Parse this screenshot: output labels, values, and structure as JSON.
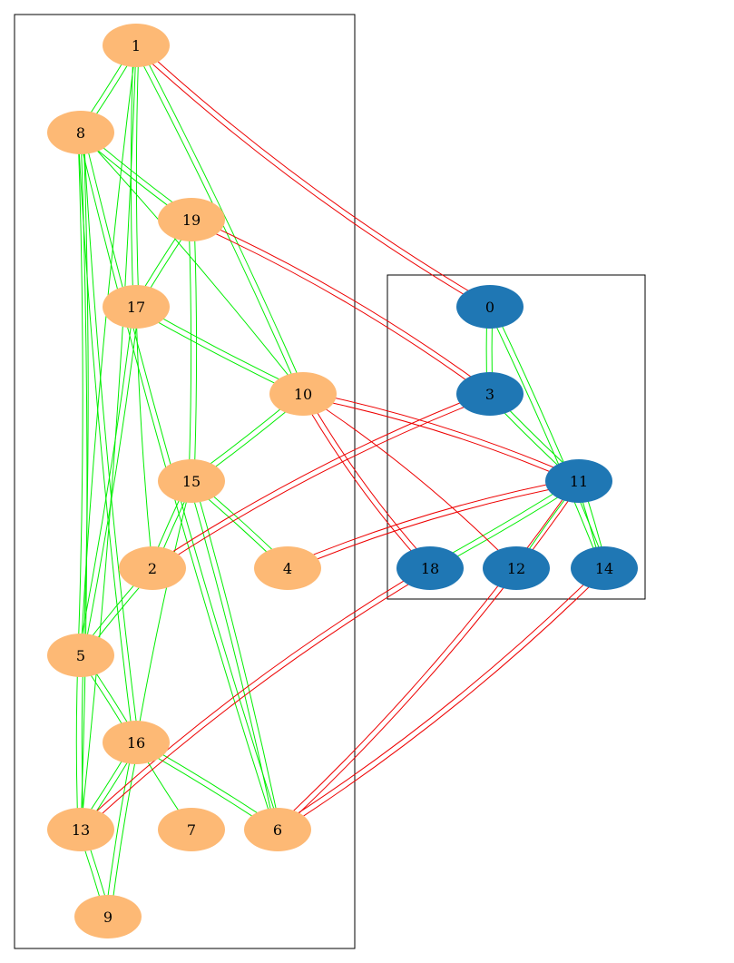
{
  "colors": {
    "group_a_node": "#fdb975",
    "group_b_node": "#1f77b4",
    "intra_edge": "#00ee00",
    "cross_edge": "#ee0000",
    "cluster_border": "#000000"
  },
  "clusters": [
    {
      "id": "cluster-left",
      "nodes": [
        "1",
        "8",
        "19",
        "17",
        "10",
        "15",
        "2",
        "4",
        "5",
        "16",
        "13",
        "7",
        "6",
        "9"
      ]
    },
    {
      "id": "cluster-right",
      "nodes": [
        "0",
        "3",
        "11",
        "18",
        "12",
        "14"
      ]
    }
  ],
  "nodes": [
    {
      "id": "1",
      "label": "1",
      "group": "a"
    },
    {
      "id": "8",
      "label": "8",
      "group": "a"
    },
    {
      "id": "19",
      "label": "19",
      "group": "a"
    },
    {
      "id": "17",
      "label": "17",
      "group": "a"
    },
    {
      "id": "10",
      "label": "10",
      "group": "a"
    },
    {
      "id": "15",
      "label": "15",
      "group": "a"
    },
    {
      "id": "2",
      "label": "2",
      "group": "a"
    },
    {
      "id": "4",
      "label": "4",
      "group": "a"
    },
    {
      "id": "5",
      "label": "5",
      "group": "a"
    },
    {
      "id": "16",
      "label": "16",
      "group": "a"
    },
    {
      "id": "13",
      "label": "13",
      "group": "a"
    },
    {
      "id": "7",
      "label": "7",
      "group": "a"
    },
    {
      "id": "6",
      "label": "6",
      "group": "a"
    },
    {
      "id": "9",
      "label": "9",
      "group": "a"
    },
    {
      "id": "0",
      "label": "0",
      "group": "b"
    },
    {
      "id": "3",
      "label": "3",
      "group": "b"
    },
    {
      "id": "11",
      "label": "11",
      "group": "b"
    },
    {
      "id": "18",
      "label": "18",
      "group": "b"
    },
    {
      "id": "12",
      "label": "12",
      "group": "b"
    },
    {
      "id": "14",
      "label": "14",
      "group": "b"
    }
  ],
  "edges": [
    {
      "from": "1",
      "to": "8",
      "kind": "intra",
      "count": 2
    },
    {
      "from": "1",
      "to": "17",
      "kind": "intra",
      "count": 2
    },
    {
      "from": "1",
      "to": "10",
      "kind": "intra",
      "count": 2
    },
    {
      "from": "1",
      "to": "5",
      "kind": "intra",
      "count": 1
    },
    {
      "from": "1",
      "to": "13",
      "kind": "intra",
      "count": 1
    },
    {
      "from": "8",
      "to": "19",
      "kind": "intra",
      "count": 2
    },
    {
      "from": "8",
      "to": "10",
      "kind": "intra",
      "count": 1
    },
    {
      "from": "8",
      "to": "16",
      "kind": "intra",
      "count": 2
    },
    {
      "from": "8",
      "to": "5",
      "kind": "intra",
      "count": 2
    },
    {
      "from": "8",
      "to": "6",
      "kind": "intra",
      "count": 2
    },
    {
      "from": "8",
      "to": "13",
      "kind": "intra",
      "count": 1
    },
    {
      "from": "19",
      "to": "17",
      "kind": "intra",
      "count": 2
    },
    {
      "from": "19",
      "to": "15",
      "kind": "intra",
      "count": 2
    },
    {
      "from": "17",
      "to": "10",
      "kind": "intra",
      "count": 2
    },
    {
      "from": "17",
      "to": "5",
      "kind": "intra",
      "count": 2
    },
    {
      "from": "17",
      "to": "2",
      "kind": "intra",
      "count": 1
    },
    {
      "from": "10",
      "to": "15",
      "kind": "intra",
      "count": 2
    },
    {
      "from": "15",
      "to": "2",
      "kind": "intra",
      "count": 2
    },
    {
      "from": "15",
      "to": "4",
      "kind": "intra",
      "count": 2
    },
    {
      "from": "15",
      "to": "16",
      "kind": "intra",
      "count": 1
    },
    {
      "from": "15",
      "to": "6",
      "kind": "intra",
      "count": 2
    },
    {
      "from": "2",
      "to": "5",
      "kind": "intra",
      "count": 2
    },
    {
      "from": "5",
      "to": "16",
      "kind": "intra",
      "count": 2
    },
    {
      "from": "5",
      "to": "13",
      "kind": "intra",
      "count": 2
    },
    {
      "from": "16",
      "to": "13",
      "kind": "intra",
      "count": 2
    },
    {
      "from": "16",
      "to": "7",
      "kind": "intra",
      "count": 1
    },
    {
      "from": "16",
      "to": "6",
      "kind": "intra",
      "count": 2
    },
    {
      "from": "16",
      "to": "9",
      "kind": "intra",
      "count": 2
    },
    {
      "from": "13",
      "to": "9",
      "kind": "intra",
      "count": 2
    },
    {
      "from": "0",
      "to": "3",
      "kind": "intra",
      "count": 2
    },
    {
      "from": "0",
      "to": "14",
      "kind": "intra",
      "count": 2
    },
    {
      "from": "3",
      "to": "11",
      "kind": "intra",
      "count": 2
    },
    {
      "from": "11",
      "to": "18",
      "kind": "intra",
      "count": 2
    },
    {
      "from": "11",
      "to": "12",
      "kind": "intra",
      "count": 1
    },
    {
      "from": "11",
      "to": "14",
      "kind": "intra",
      "count": 2
    },
    {
      "from": "1",
      "to": "0",
      "kind": "cross",
      "count": 2
    },
    {
      "from": "19",
      "to": "3",
      "kind": "cross",
      "count": 2
    },
    {
      "from": "3",
      "to": "2",
      "kind": "cross",
      "count": 2
    },
    {
      "from": "10",
      "to": "11",
      "kind": "cross",
      "count": 2
    },
    {
      "from": "10",
      "to": "18",
      "kind": "cross",
      "count": 2
    },
    {
      "from": "10",
      "to": "12",
      "kind": "cross",
      "count": 1
    },
    {
      "from": "11",
      "to": "4",
      "kind": "cross",
      "count": 2
    },
    {
      "from": "11",
      "to": "6",
      "kind": "cross",
      "count": 2
    },
    {
      "from": "18",
      "to": "13",
      "kind": "cross",
      "count": 2
    },
    {
      "from": "14",
      "to": "6",
      "kind": "cross",
      "count": 2
    }
  ]
}
